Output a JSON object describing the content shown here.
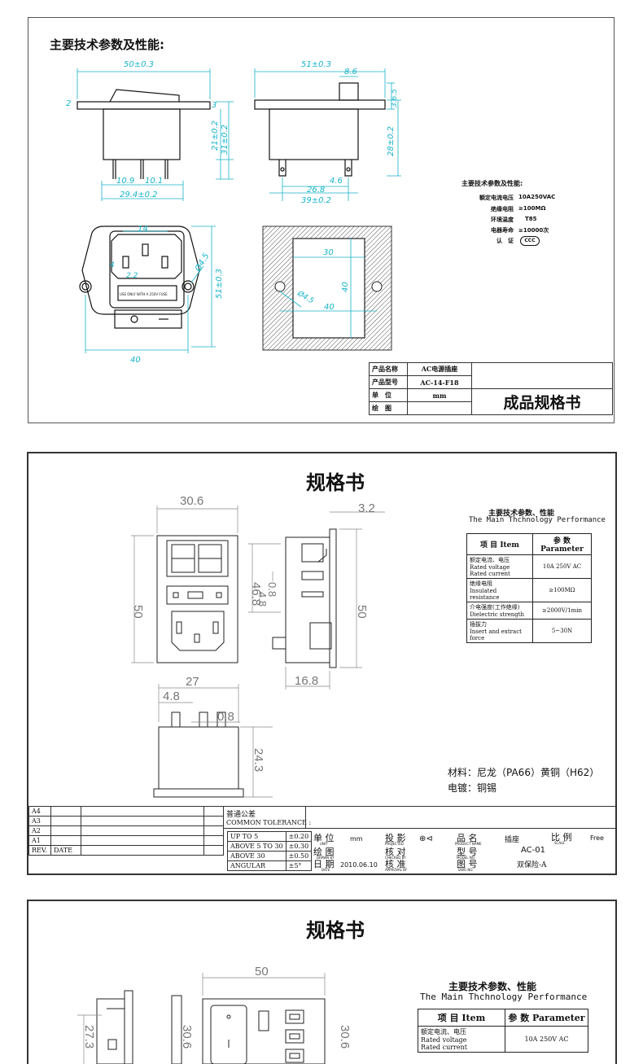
{
  "sheet1": {
    "heading": "主要技术参数及性能:",
    "dims": {
      "width_a": "50±0.3",
      "rocker": "2",
      "h3": "3",
      "h21": "21±0.2",
      "h31": "31±0.2",
      "p109": "10.9",
      "p101": "10.1",
      "w294": "29.4±0.2",
      "d51": "51±0.3",
      "d86": "8.6",
      "d365": "3.6.5",
      "d28": "28±0.2",
      "d268": "26.8",
      "d46": "4.6",
      "d39": "39±0.2",
      "f14": "14",
      "f4": "4",
      "f22": "2.2",
      "f45": "Ø4.5",
      "f51": "51±0.3",
      "f40": "40",
      "c30": "30",
      "c40v": "40",
      "c45": "Ø4.5",
      "c40": "40"
    },
    "fuse_label": "USE ONLY WITH A 250V FUSE",
    "specs_title": "主要技术参数及性能:",
    "specs": [
      {
        "k": "额定电流电压",
        "v": "10A250VAC"
      },
      {
        "k": "绝缘电阻",
        "v": "≥100MΩ"
      },
      {
        "k": "环境温度",
        "v": "T85"
      },
      {
        "k": "电器寿命",
        "v": "≥10000次"
      },
      {
        "k": "认　证",
        "v": "CCC"
      }
    ],
    "titleblock": {
      "rows": [
        {
          "k": "产品名称",
          "v": "AC电源插座"
        },
        {
          "k": "产品型号",
          "v": "AC-14-F18"
        },
        {
          "k": "单　位",
          "v": "mm"
        },
        {
          "k": "绘　图",
          "v": ""
        }
      ],
      "doc_title": "成品规格书"
    }
  },
  "sheet2": {
    "title": "规格书",
    "dims": {
      "w306": "30.6",
      "d32": "3.2",
      "h50l": "50",
      "h468": "46.8",
      "h08": "0.8",
      "h48": "4.8",
      "h50r": "50",
      "d168": "16.8",
      "b27": "27",
      "b48": "4.8",
      "b08": "0.8",
      "b243": "24.3"
    },
    "spec_title_cn": "主要技术参数、性能",
    "spec_title_en": "The Main Thchnology Performance",
    "table": {
      "col1": "项 目 Item",
      "col2": "参 数 Parameter",
      "rows": [
        {
          "item": "额定电流、电压\nRated voltage\nRated current",
          "param": "10A 250V AC"
        },
        {
          "item": "绝缘电阻\nInsulated\nresistance",
          "param": "≥100MΩ"
        },
        {
          "item": "介电强度(工作绝缘)\nDielectric strength",
          "param": "≥2000V/1min"
        },
        {
          "item": "插拔力\nInsert and extract\nforce",
          "param": "5~30N"
        }
      ]
    },
    "material": "材料：尼龙（PA66）黄铜（H62）",
    "plating": "电镀：铜锡",
    "rev": [
      "A4",
      "A3",
      "A2",
      "A1"
    ],
    "rev_label": "REV.",
    "date_label": "DATE",
    "tolerance_cn": "普通公差",
    "tolerance_en": "COMMON TOLERANCE :",
    "tol_rows": [
      {
        "k": "UP TO 5",
        "v": "±0.20"
      },
      {
        "k": "ABOVE 5 TO 30",
        "v": "±0.30"
      },
      {
        "k": "ABOVE 30",
        "v": "±0.50"
      },
      {
        "k": "ANGULAR",
        "v": "±5°"
      }
    ],
    "unit_cn": "单 位",
    "unit_en": "UNIT",
    "unit_val": "mm",
    "draw_cn": "绘 图",
    "draw_en": "DRAWN BY",
    "date_cn": "日 期",
    "date_en": "DATE",
    "date_val": "2010.06.10",
    "proj_cn": "投 影",
    "proj_en": "PROJECTED",
    "check_cn": "核 对",
    "check_en": "CHECKED BY",
    "appr_cn": "核 准",
    "appr_en": "APPROVAL BY",
    "pname_cn": "品 名",
    "pname_en": "PRODUCT NAME",
    "pname_val": "插座",
    "scale_cn": "比 例",
    "scale_en": "SCALE",
    "scale_val": "Free",
    "model_cn": "型 号",
    "model_en": "MODEL NO.",
    "model_val": "AC-01",
    "dwg_cn": "图 号",
    "dwg_en": "DWG NO.",
    "dwg_val": "双保险-A"
  },
  "sheet3": {
    "title": "规格书",
    "dims": {
      "w50": "50",
      "h273": "27.3",
      "h306a": "30.6",
      "h306b": "30.6"
    },
    "spec_title_cn": "主要技术参数、性能",
    "spec_title_en": "The Main Thchnology Performance",
    "table": {
      "col1": "项 目 Item",
      "col2": "参 数 Parameter",
      "rows": [
        {
          "item": "额定电流、电压\nRated voltage\nRated current",
          "param": "10A 250V AC"
        }
      ]
    }
  }
}
